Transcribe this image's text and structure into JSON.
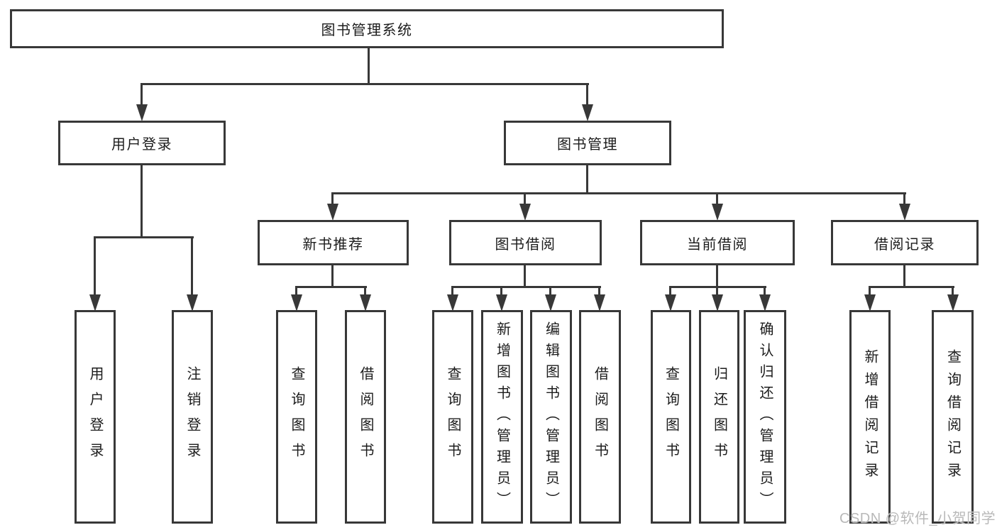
{
  "title": "图书管理系统",
  "branches": [
    {
      "label": "用户登录",
      "children": [
        {
          "label": "用户登录"
        },
        {
          "label": "注销登录"
        }
      ]
    },
    {
      "label": "图书管理",
      "children": [
        {
          "label": "新书推荐",
          "children": [
            {
              "label": "查询图书"
            },
            {
              "label": "借阅图书"
            }
          ]
        },
        {
          "label": "图书借阅",
          "children": [
            {
              "label": "查询图书"
            },
            {
              "label": "新增图书（管理员）"
            },
            {
              "label": "编辑图书（管理员）"
            },
            {
              "label": "借阅图书"
            }
          ]
        },
        {
          "label": "当前借阅",
          "children": [
            {
              "label": "查询图书"
            },
            {
              "label": "归还图书"
            },
            {
              "label": "确认归还（管理员）"
            }
          ]
        },
        {
          "label": "借阅记录",
          "children": [
            {
              "label": "新增借阅记录"
            },
            {
              "label": "查询借阅记录"
            }
          ]
        }
      ]
    }
  ],
  "watermark": "CSDN @软件_小贺同学",
  "colors": {
    "line": "#383838",
    "text": "#1c1c1c",
    "background": "#ffffff",
    "watermark": "#b9b9b9"
  }
}
